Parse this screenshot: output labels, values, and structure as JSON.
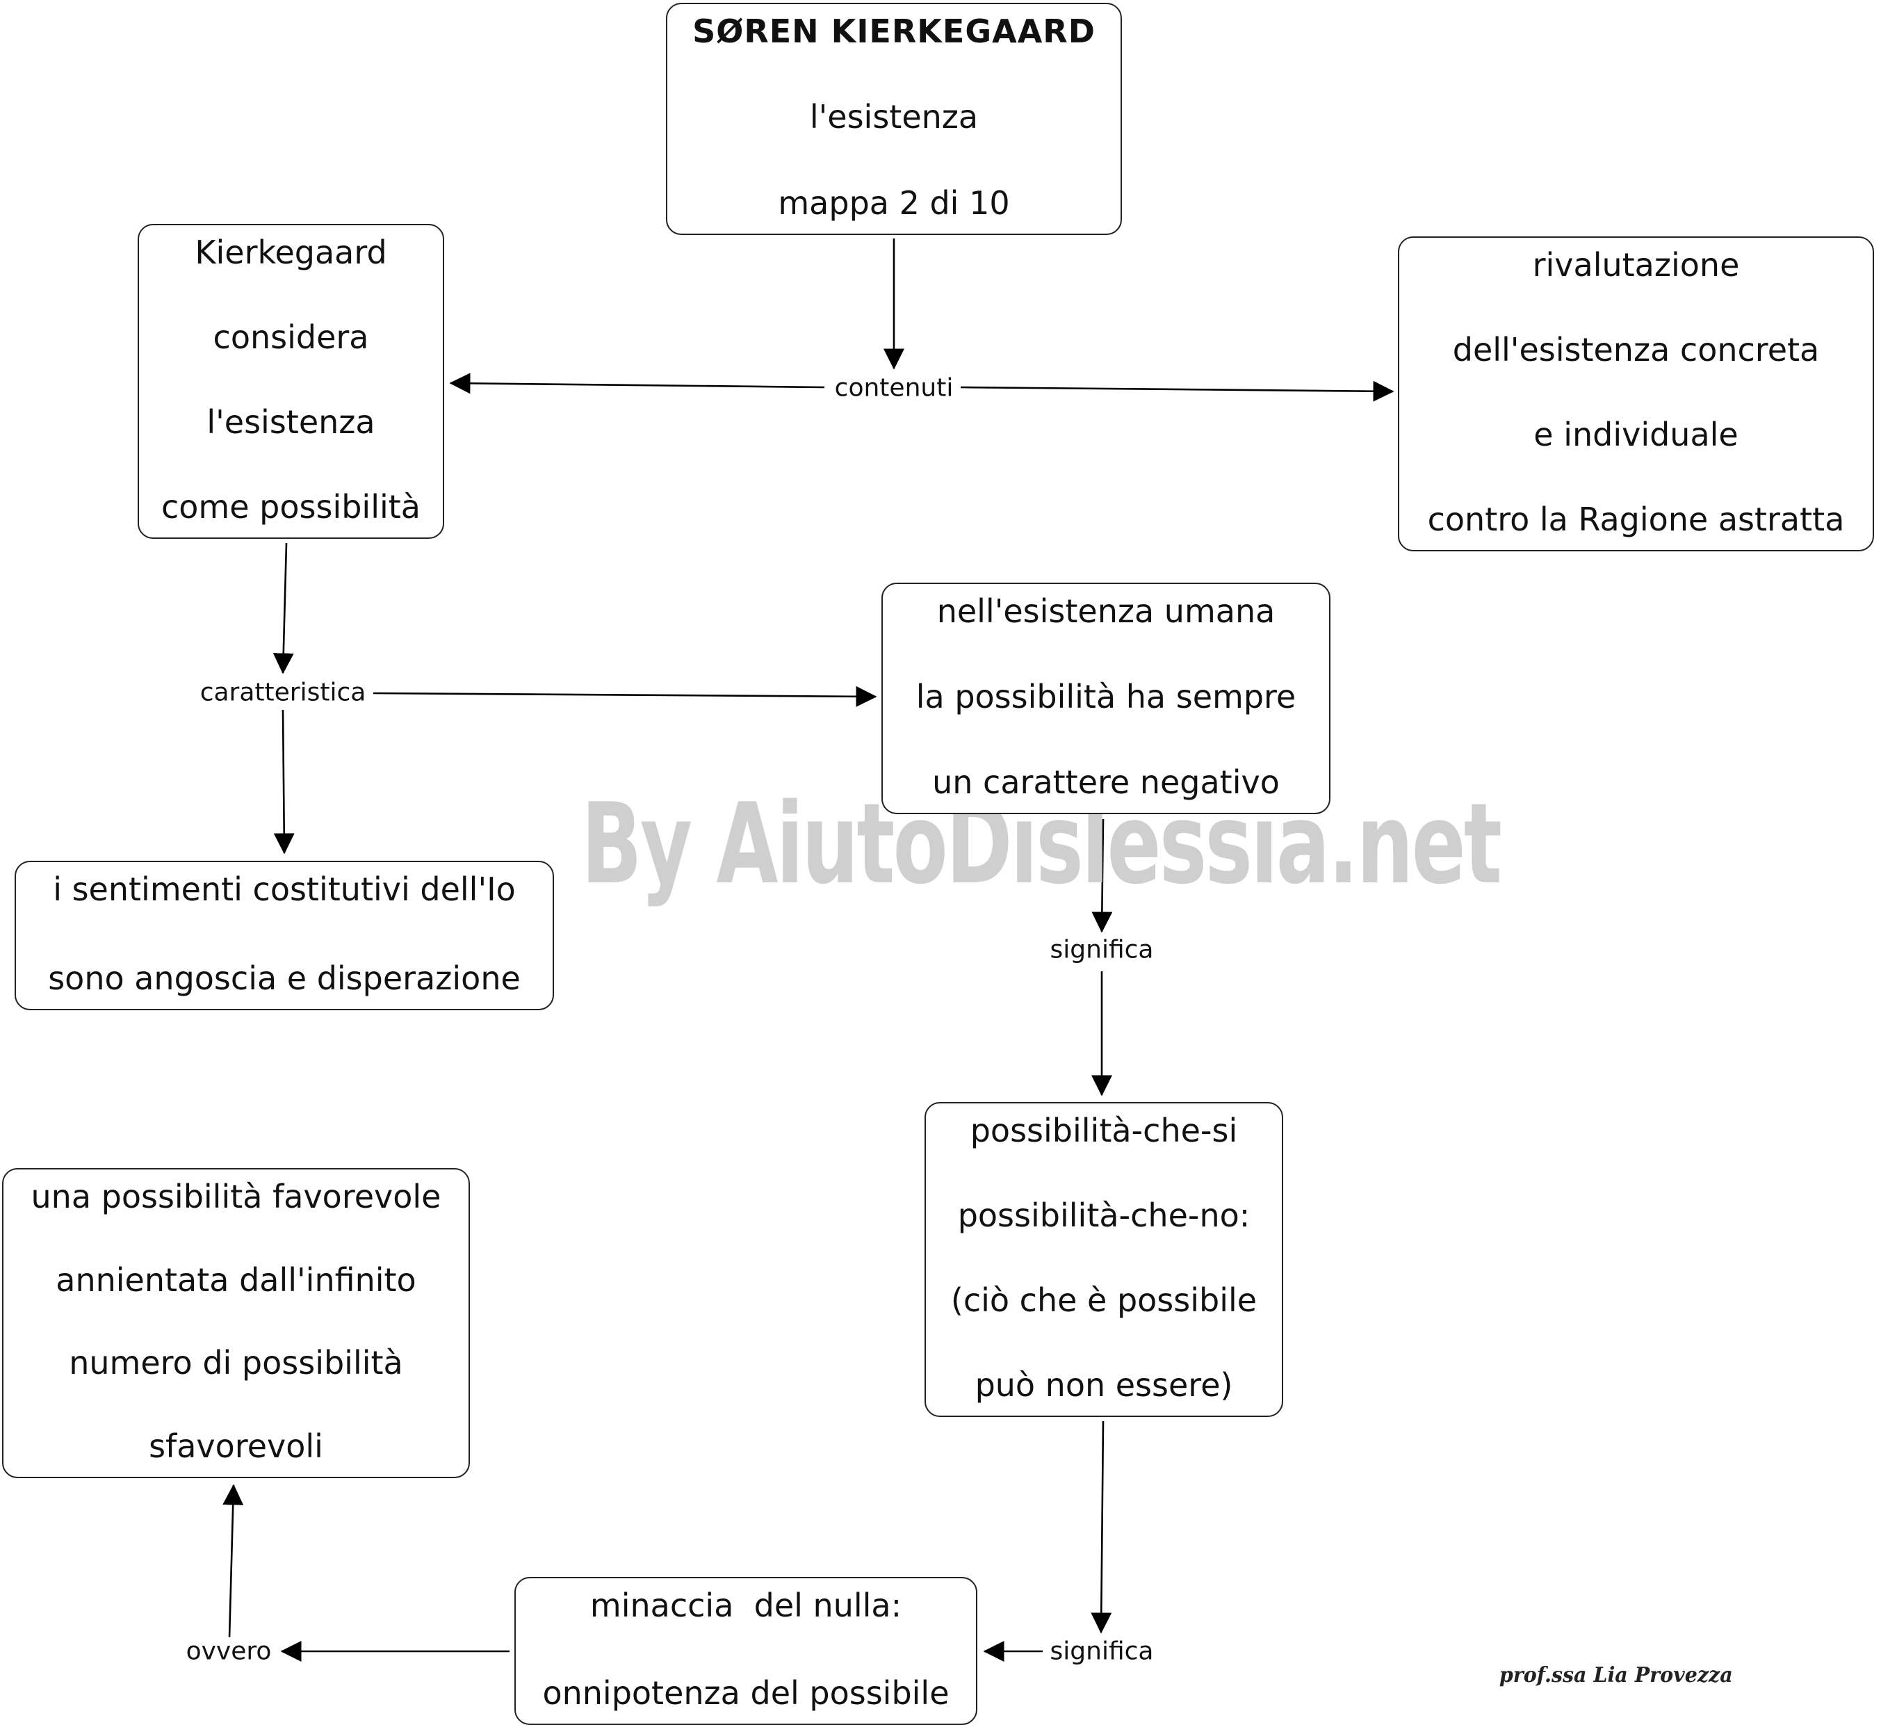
{
  "title_node": {
    "line1": "SØREN KIERKEGAARD",
    "line2": "l'esistenza",
    "line3": "mappa 2 di 10"
  },
  "nodes": {
    "considera": [
      "Kierkegaard",
      "considera",
      "l'esistenza",
      "come possibilità"
    ],
    "rivalutazione": [
      "rivalutazione",
      "dell'esistenza concreta",
      "e individuale",
      "contro la Ragione astratta"
    ],
    "negativo": [
      "nell'esistenza umana",
      "la possibilità ha sempre",
      "un carattere negativo"
    ],
    "sentimenti": [
      "i sentimenti costitutivi dell'Io",
      "sono angoscia e disperazione"
    ],
    "possibilita_si_no": [
      "possibilità-che-si",
      "possibilità-che-no:",
      "(ciò che è possibile",
      "può non essere)"
    ],
    "favorevole": [
      "una possibilità favorevole",
      "annientata dall'infinito",
      "numero di possibilità",
      "sfavorevoli"
    ],
    "minaccia": [
      "minaccia  del nulla:",
      "onnipotenza del possibile"
    ]
  },
  "links": {
    "contenuti": "contenuti",
    "caratteristica": "caratteristica",
    "significa_1": "significa",
    "significa_2": "significa",
    "ovvero": "ovvero"
  },
  "watermark": "By AiutoDislessia.net",
  "signature": "prof.ssa Lia Provezza",
  "colors": {
    "border": "#222222",
    "watermark": "#cfcfcf",
    "background": "#ffffff"
  }
}
